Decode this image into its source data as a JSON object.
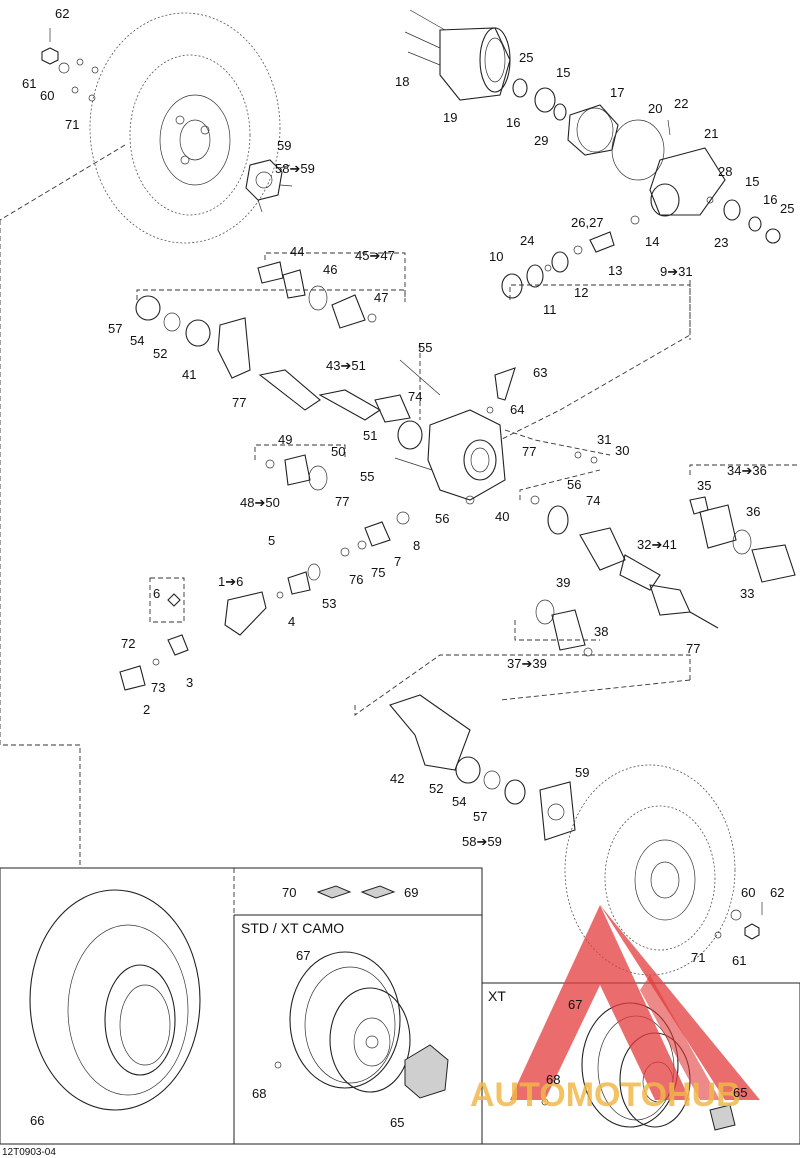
{
  "labels": [
    "62",
    "61",
    "60",
    "71",
    "59",
    "58➔59",
    "18",
    "19",
    "25",
    "15",
    "16",
    "29",
    "17",
    "20",
    "22",
    "21",
    "28",
    "15",
    "16",
    "25",
    "23",
    "26,27",
    "24",
    "10",
    "11",
    "12",
    "13",
    "14",
    "9➔31",
    "44",
    "46",
    "45➔47",
    "47",
    "57",
    "54",
    "52",
    "41",
    "55",
    "63",
    "43➔51",
    "64",
    "77",
    "74",
    "51",
    "77",
    "49",
    "50",
    "55",
    "48➔50",
    "31",
    "30",
    "56",
    "34➔36",
    "35",
    "36",
    "77",
    "40",
    "56",
    "74",
    "5",
    "8",
    "7",
    "75",
    "76",
    "53",
    "4",
    "1➔6",
    "32➔41",
    "33",
    "39",
    "6",
    "38",
    "72",
    "73",
    "3",
    "2",
    "37➔39",
    "77",
    "59",
    "42",
    "52",
    "54",
    "57",
    "58➔59",
    "70",
    "69",
    "STD / XT CAMO",
    "67",
    "66",
    "68",
    "65",
    "60",
    "62",
    "71",
    "61",
    "XT",
    "67",
    "68",
    "65",
    "12T0903-04"
  ],
  "sections": {
    "std_title": "STD / XT CAMO",
    "xt_title": "XT"
  },
  "figure_code": "12T0903-04",
  "watermark": "AUTOMOTOHUB",
  "colors": {
    "watermark_red": "#e33b3b",
    "watermark_orange": "#f0b84a",
    "line": "#222222"
  }
}
